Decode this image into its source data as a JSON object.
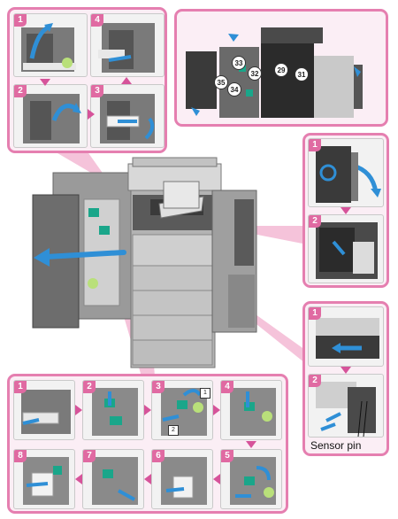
{
  "top_left_steps": [
    "1",
    "4",
    "2",
    "3"
  ],
  "overview_callouts": [
    "33",
    "32",
    "29",
    "31",
    "35",
    "34"
  ],
  "right_top_steps": [
    "1",
    "2"
  ],
  "right_bottom_steps": [
    "1",
    "2"
  ],
  "sensor_label": "Sensor pin",
  "bottom_steps": [
    "1",
    "2",
    "3",
    "4",
    "8",
    "7",
    "6",
    "5"
  ],
  "bottom_small_tags": [
    "1",
    "2"
  ],
  "colors": {
    "accent": "#e57fb0",
    "teal": "#1aa68a",
    "blue": "#2f8fd6",
    "green_circle": "#b9e07a"
  }
}
